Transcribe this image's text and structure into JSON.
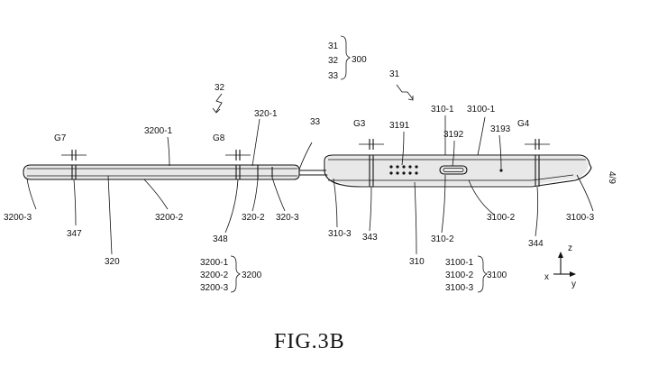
{
  "figure_title": "FIG.3B",
  "sheet_number": "4/9",
  "group_300": {
    "items": [
      "31",
      "32",
      "33"
    ],
    "ref": "300"
  },
  "group_3200": {
    "items": [
      "3200-1",
      "3200-2",
      "3200-3"
    ],
    "ref": "3200"
  },
  "group_3100": {
    "items": [
      "3100-1",
      "3100-2",
      "3100-3"
    ],
    "ref": "3100"
  },
  "labels": {
    "l32": "32",
    "l31": "31",
    "l33": "33",
    "g7": "G7",
    "g8": "G8",
    "g3": "G3",
    "g4": "G4",
    "l3200_1": "3200-1",
    "l320_1": "320-1",
    "l3191": "3191",
    "l310_1": "310-1",
    "l3192": "3192",
    "l3100_1": "3100-1",
    "l3193": "3193",
    "l3200_3": "3200-3",
    "l3200_2": "3200-2",
    "l347": "347",
    "l320": "320",
    "l348": "348",
    "l320_2": "320-2",
    "l320_3": "320-3",
    "l310_3": "310-3",
    "l343": "343",
    "l310": "310",
    "l310_2": "310-2",
    "l3100_2": "3100-2",
    "l344": "344",
    "l3100_3": "3100-3"
  },
  "axes": {
    "z": "z",
    "y": "y",
    "x": "x"
  }
}
